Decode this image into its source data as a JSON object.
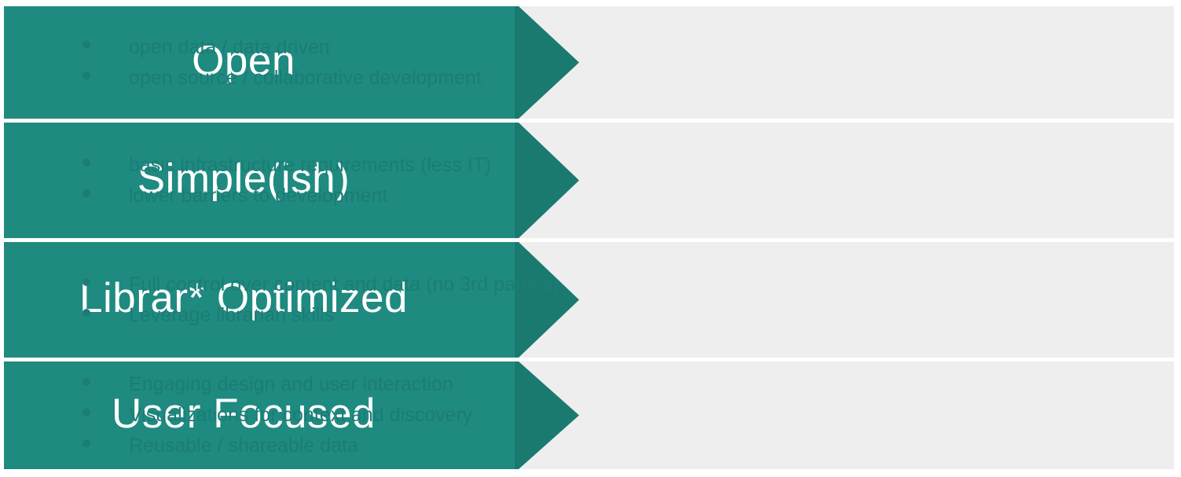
{
  "theme": {
    "arrow_body_color": "#1f8a80",
    "arrow_head_color": "#1a7a70",
    "panel_color": "#eeeeee",
    "label_color": "#ffffff",
    "bullet_color": "#1b7d75",
    "page_background": "#ffffff"
  },
  "rows": [
    {
      "label": "Open",
      "bullets": [
        "open data / data driven",
        "open source / collaborative development"
      ]
    },
    {
      "label": "Simple(ish)",
      "bullets": [
        "basic infrastructure requirements (less IT)",
        "lower barriers to development"
      ]
    },
    {
      "label": "Librar* Optimized",
      "bullets": [
        "Full control over content and data (no 3rd parties)",
        "Leverage librarian skills"
      ]
    },
    {
      "label": "User Focused",
      "bullets": [
        "Engaging design and user interaction",
        "Visualizations for context and discovery",
        "Reusable / shareable data"
      ]
    }
  ]
}
